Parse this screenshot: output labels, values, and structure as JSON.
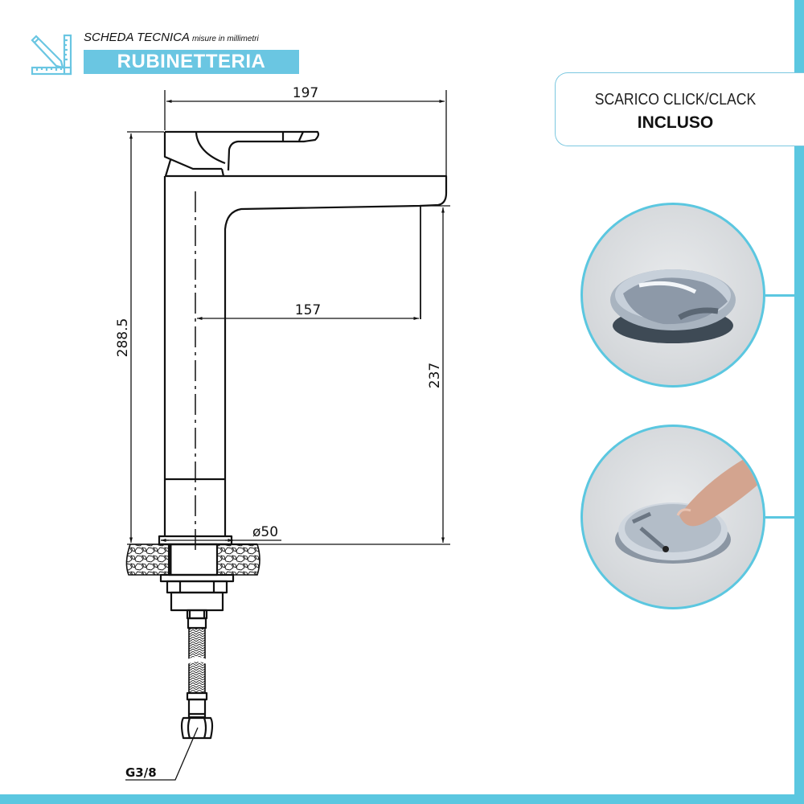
{
  "header": {
    "title": "SCHEDA TECNICA",
    "subtitle": "misure in millimetri",
    "category": "RUBINETTERIA",
    "icon": "ruler-pencil-icon"
  },
  "callout": {
    "line1": "SCARICO CLICK/CLACK",
    "line2": "INCLUSO"
  },
  "drawing": {
    "dimensions": {
      "overall_width": "197",
      "spout_reach": "157",
      "overall_height": "288.5",
      "spout_height": "237",
      "base_diameter": "ø50",
      "connection": "G3/8"
    }
  },
  "photos": [
    {
      "label": "click-clack drain closed",
      "icon": "drain-plug-photo"
    },
    {
      "label": "click-clack drain pressed by finger",
      "icon": "drain-plug-finger-photo"
    }
  ],
  "colors": {
    "accent": "#5bc7e0",
    "band": "#6ac6e2",
    "line": "#111111"
  }
}
